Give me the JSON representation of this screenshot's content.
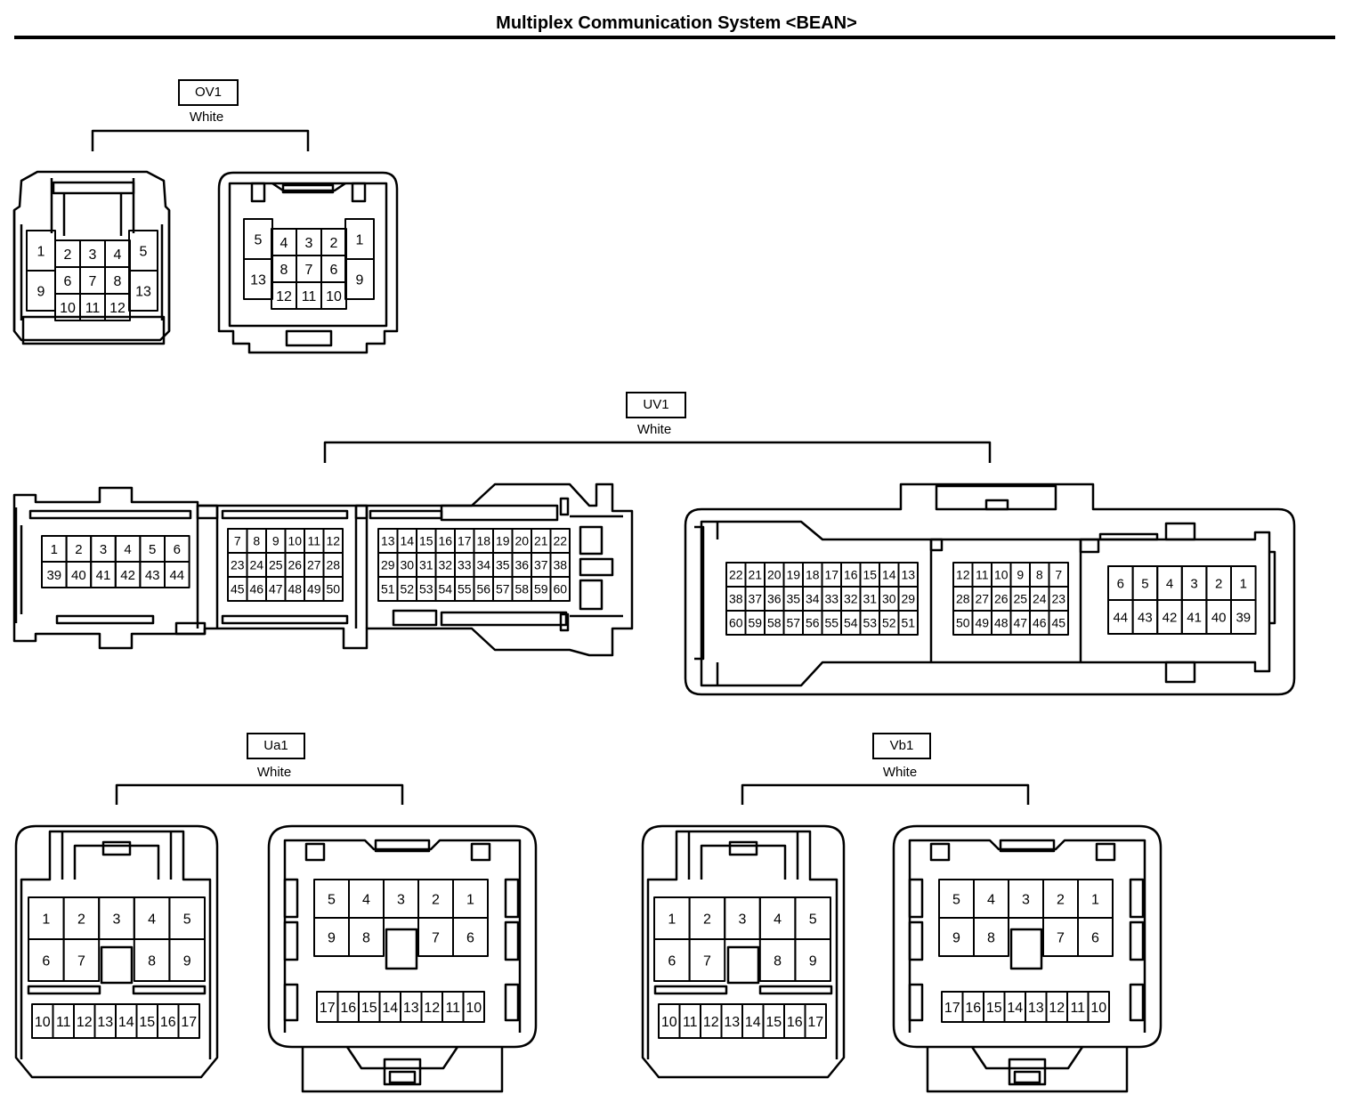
{
  "title": "Multiplex Communication System <BEAN>",
  "connectors": {
    "ov1": {
      "code": "OV1",
      "color": "White"
    },
    "uv1": {
      "code": "UV1",
      "color": "White"
    },
    "ua1": {
      "code": "Ua1",
      "color": "White"
    },
    "vb1": {
      "code": "Vb1",
      "color": "White"
    }
  },
  "grids": {
    "ov1_left_side_left": [
      "1",
      "9"
    ],
    "ov1_left_center": [
      "2",
      "3",
      "4",
      "6",
      "7",
      "8",
      "10",
      "11",
      "12"
    ],
    "ov1_left_side_right": [
      "5",
      "13"
    ],
    "ov1_right_side_left": [
      "5",
      "13"
    ],
    "ov1_right_center": [
      "4",
      "3",
      "2",
      "8",
      "7",
      "6",
      "12",
      "11",
      "10"
    ],
    "ov1_right_side_right": [
      "1",
      "9"
    ],
    "uv1_left_a": [
      "1",
      "2",
      "3",
      "4",
      "5",
      "6",
      "39",
      "40",
      "41",
      "42",
      "43",
      "44"
    ],
    "uv1_left_b": [
      "7",
      "8",
      "9",
      "10",
      "11",
      "12",
      "23",
      "24",
      "25",
      "26",
      "27",
      "28",
      "45",
      "46",
      "47",
      "48",
      "49",
      "50"
    ],
    "uv1_left_c": [
      "13",
      "14",
      "15",
      "16",
      "17",
      "18",
      "19",
      "20",
      "21",
      "22",
      "29",
      "30",
      "31",
      "32",
      "33",
      "34",
      "35",
      "36",
      "37",
      "38",
      "51",
      "52",
      "53",
      "54",
      "55",
      "56",
      "57",
      "58",
      "59",
      "60"
    ],
    "uv1_right_a": [
      "22",
      "21",
      "20",
      "19",
      "18",
      "17",
      "16",
      "15",
      "14",
      "13",
      "38",
      "37",
      "36",
      "35",
      "34",
      "33",
      "32",
      "31",
      "30",
      "29",
      "60",
      "59",
      "58",
      "57",
      "56",
      "55",
      "54",
      "53",
      "52",
      "51"
    ],
    "uv1_right_b": [
      "12",
      "11",
      "10",
      "9",
      "8",
      "7",
      "28",
      "27",
      "26",
      "25",
      "24",
      "23",
      "50",
      "49",
      "48",
      "47",
      "46",
      "45"
    ],
    "uv1_right_c": [
      "6",
      "5",
      "4",
      "3",
      "2",
      "1",
      "44",
      "43",
      "42",
      "41",
      "40",
      "39"
    ],
    "ua1_left_top": [
      "1",
      "2",
      "3",
      "4",
      "5",
      "6",
      "7",
      "",
      "8",
      "9"
    ],
    "ua1_left_bottom": [
      "10",
      "11",
      "12",
      "13",
      "14",
      "15",
      "16",
      "17"
    ],
    "ua1_right_top": [
      "5",
      "4",
      "3",
      "2",
      "1",
      "9",
      "8",
      "",
      "7",
      "6"
    ],
    "ua1_right_bottom": [
      "17",
      "16",
      "15",
      "14",
      "13",
      "12",
      "11",
      "10"
    ],
    "vb1_left_top": [
      "1",
      "2",
      "3",
      "4",
      "5",
      "6",
      "7",
      "",
      "8",
      "9"
    ],
    "vb1_left_bottom": [
      "10",
      "11",
      "12",
      "13",
      "14",
      "15",
      "16",
      "17"
    ],
    "vb1_right_top": [
      "5",
      "4",
      "3",
      "2",
      "1",
      "9",
      "8",
      "",
      "7",
      "6"
    ],
    "vb1_right_bottom": [
      "17",
      "16",
      "15",
      "14",
      "13",
      "12",
      "11",
      "10"
    ]
  }
}
